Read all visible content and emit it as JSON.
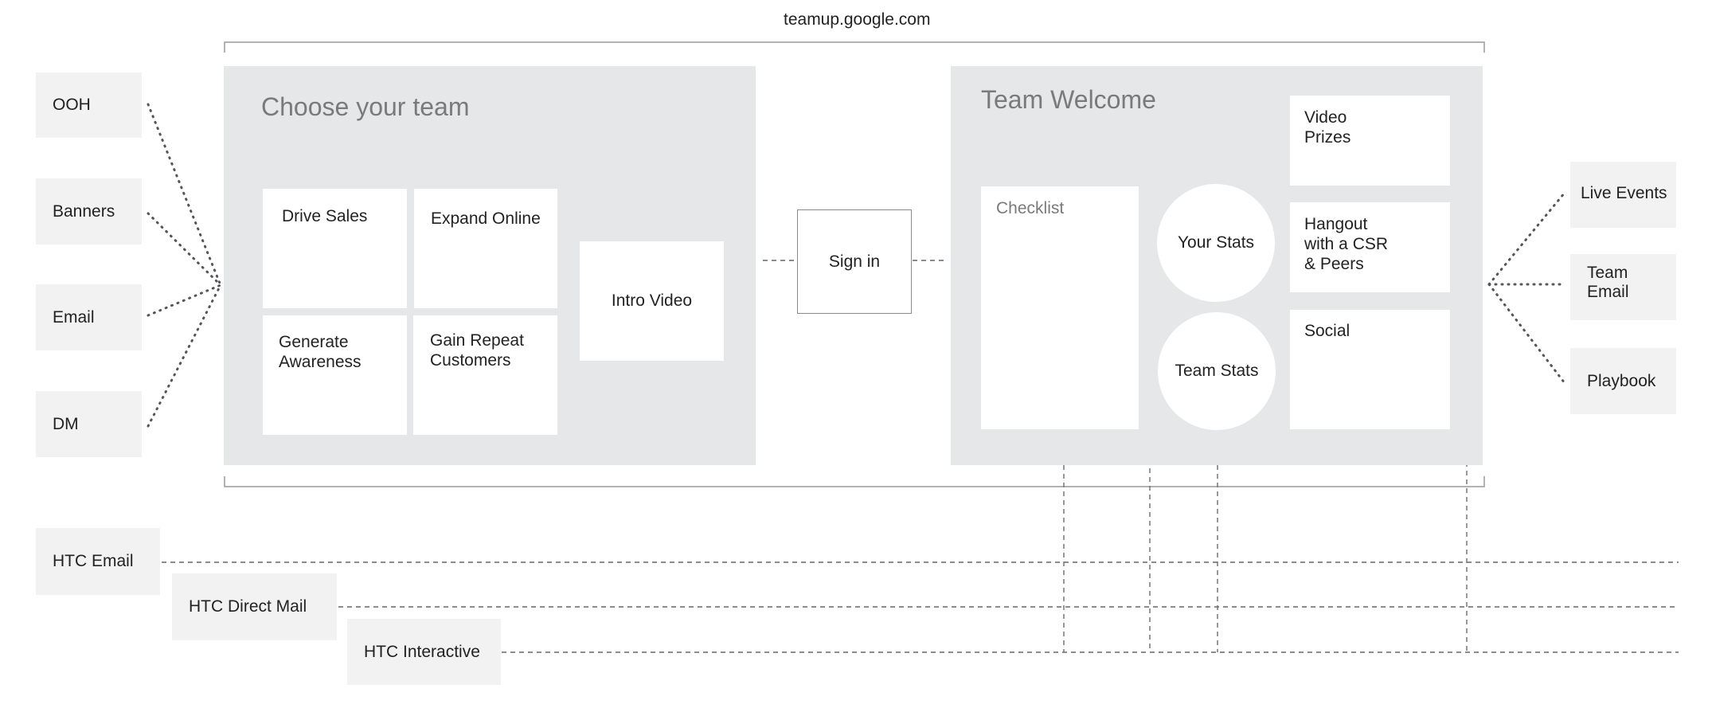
{
  "header": {
    "domain": "teamup.google.com"
  },
  "inputs": {
    "ooh": "OOH",
    "banners": "Banners",
    "email": "Email",
    "dm": "DM"
  },
  "choose_panel": {
    "title": "Choose your team",
    "tiles": {
      "drive_sales": "Drive Sales",
      "expand_online": "Expand Online",
      "generate_awareness": "Generate\nAwareness",
      "gain_repeat": "Gain Repeat\nCustomers",
      "intro_video": "Intro Video"
    }
  },
  "sign_in": "Sign in",
  "welcome_panel": {
    "title": "Team Welcome",
    "checklist": "Checklist",
    "your_stats": "Your Stats",
    "team_stats": "Team Stats",
    "video_prizes": "Video\nPrizes",
    "hangout": "Hangout\nwith a CSR\n& Peers",
    "social": "Social"
  },
  "outputs": {
    "live_events": "Live Events",
    "team_email": "Team\nEmail",
    "playbook": "Playbook"
  },
  "htc": {
    "email": "HTC  Email",
    "direct_mail": "HTC  Direct Mail",
    "interactive": "HTC  Interactive"
  }
}
